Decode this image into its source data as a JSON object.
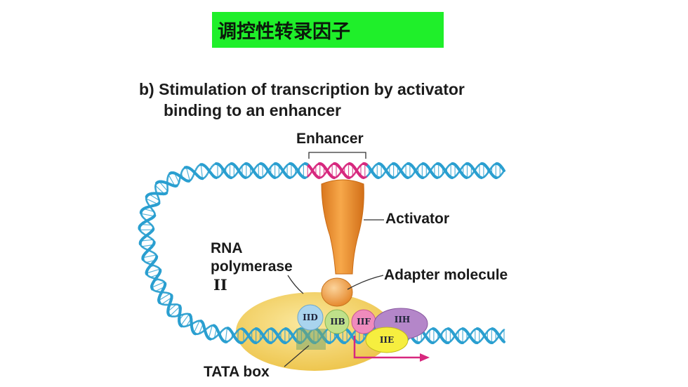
{
  "slide_title": "调控性转录因子",
  "heading": {
    "line1": "b) Stimulation of transcription by activator",
    "line2": "binding to an enhancer"
  },
  "labels": {
    "enhancer": "Enhancer",
    "activator": "Activator",
    "rna_polymerase_line1": "RNA",
    "rna_polymerase_line2": "polymerase",
    "rna_polymerase_line3": "II",
    "adapter_molecule": "Adapter molecule",
    "tata_box": "TATA box"
  },
  "factors": [
    "IID",
    "IIB",
    "IIF",
    "IIH",
    "IIE"
  ],
  "colors": {
    "title_background": "#1fef2a",
    "dna": "#2a9fd0",
    "enhancer_dna": "#d7287e",
    "activator": "#f0932c",
    "polymerase": "#f4d66a",
    "IID": "#a9d4ee",
    "IIB": "#bfe08a",
    "IIF": "#ef8bbd",
    "IIH": "#b486c9",
    "IIE": "#f6ee3f",
    "transcription_arrow": "#d7287e"
  }
}
